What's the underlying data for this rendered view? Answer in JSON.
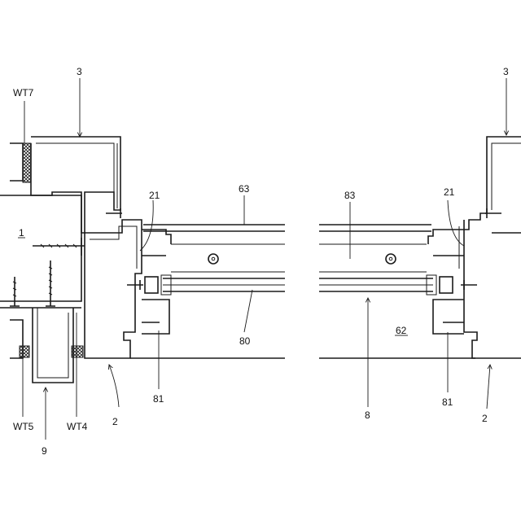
{
  "labels": {
    "wt7": "WT7",
    "ref3_left": "3",
    "ref3_right": "3",
    "ref21_left": "21",
    "ref21_right": "21",
    "ref63": "63",
    "ref83": "83",
    "ref1": "1",
    "ref62": "62",
    "ref80": "80",
    "ref8": "8",
    "ref81_left": "81",
    "ref81_right": "81",
    "ref2_left": "2",
    "ref2_right": "2",
    "wt5": "WT5",
    "wt4": "WT4",
    "ref9": "9"
  }
}
